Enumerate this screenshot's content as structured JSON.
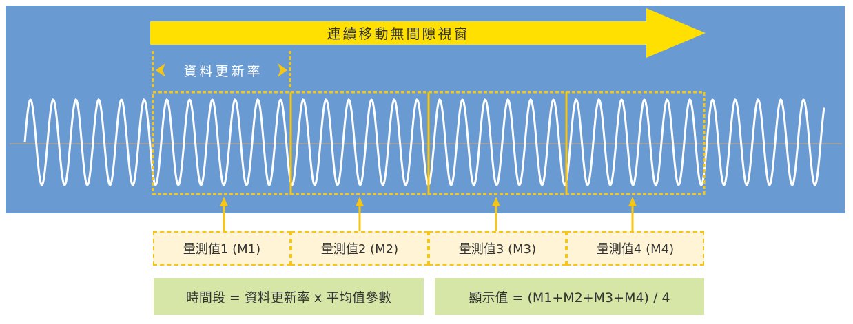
{
  "colors": {
    "panel_bg": "#6a9ad2",
    "arrow": "#ffe000",
    "dashed_frame": "#f5c518",
    "wave": "#ffffff",
    "baseline": "#a0a0a0",
    "measurement_fill": "#fff5d6",
    "formula_fill": "#d5e6a6"
  },
  "diagram": {
    "window_arrow_label": "連續移動無間隙視窗",
    "update_rate_label": "資料更新率",
    "measurements": [
      {
        "label": "量測值1 (M1)"
      },
      {
        "label": "量測值2 (M2)"
      },
      {
        "label": "量測值3 (M3)"
      },
      {
        "label": "量測值4 (M4)"
      }
    ],
    "time_segment_formula": "時間段 = 資料更新率 x 平均值參數",
    "display_value_formula": "顯示值 = (M1+M2+M3+M4) / 4"
  }
}
